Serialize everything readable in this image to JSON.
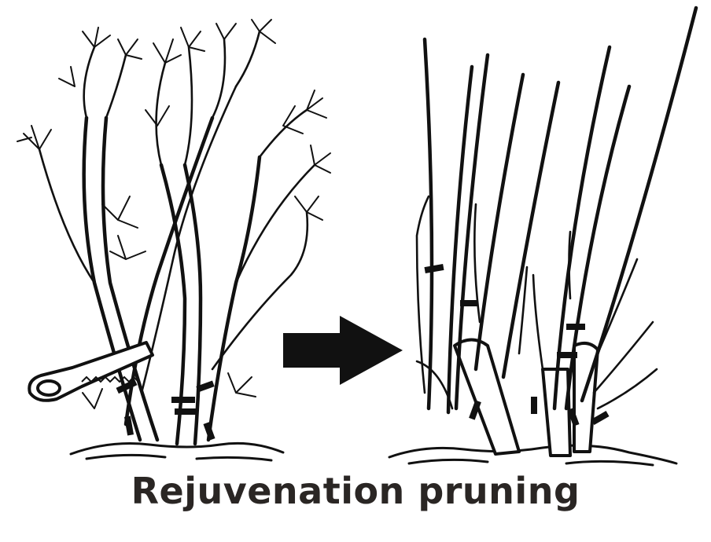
{
  "caption": "Rejuvenation pruning",
  "colors": {
    "ink": "#111111",
    "caption": "#2a2624",
    "background": "#ffffff"
  },
  "figures": [
    {
      "name": "overgrown-shrub-with-saw",
      "icon": "saw-icon"
    },
    {
      "name": "arrow",
      "icon": "arrow-right-icon"
    },
    {
      "name": "pruned-shrub"
    }
  ]
}
